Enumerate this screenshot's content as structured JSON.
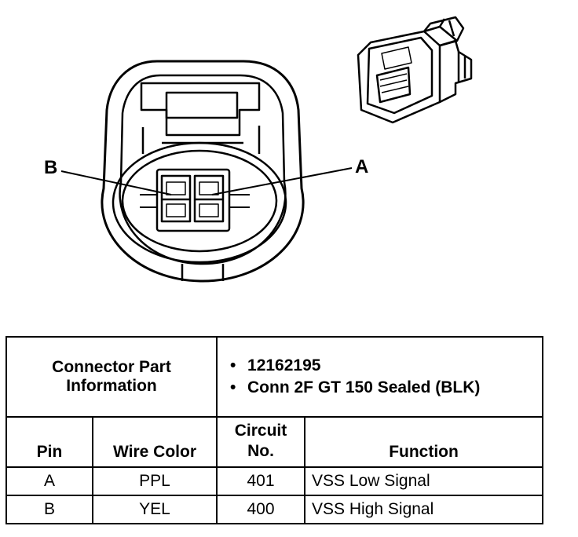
{
  "diagram": {
    "pin_b_label": "B",
    "pin_a_label": "A"
  },
  "table": {
    "part_info_label": "Connector Part Information",
    "part_info_items": [
      "12162195",
      "Conn 2F GT 150 Sealed (BLK)"
    ],
    "headers": {
      "pin": "Pin",
      "wire_color": "Wire Color",
      "circuit_no": "Circuit No.",
      "function": "Function"
    },
    "rows": [
      {
        "pin": "A",
        "wire_color": "PPL",
        "circuit": "401",
        "function": "VSS Low Signal"
      },
      {
        "pin": "B",
        "wire_color": "YEL",
        "circuit": "400",
        "function": "VSS High Signal"
      }
    ]
  }
}
